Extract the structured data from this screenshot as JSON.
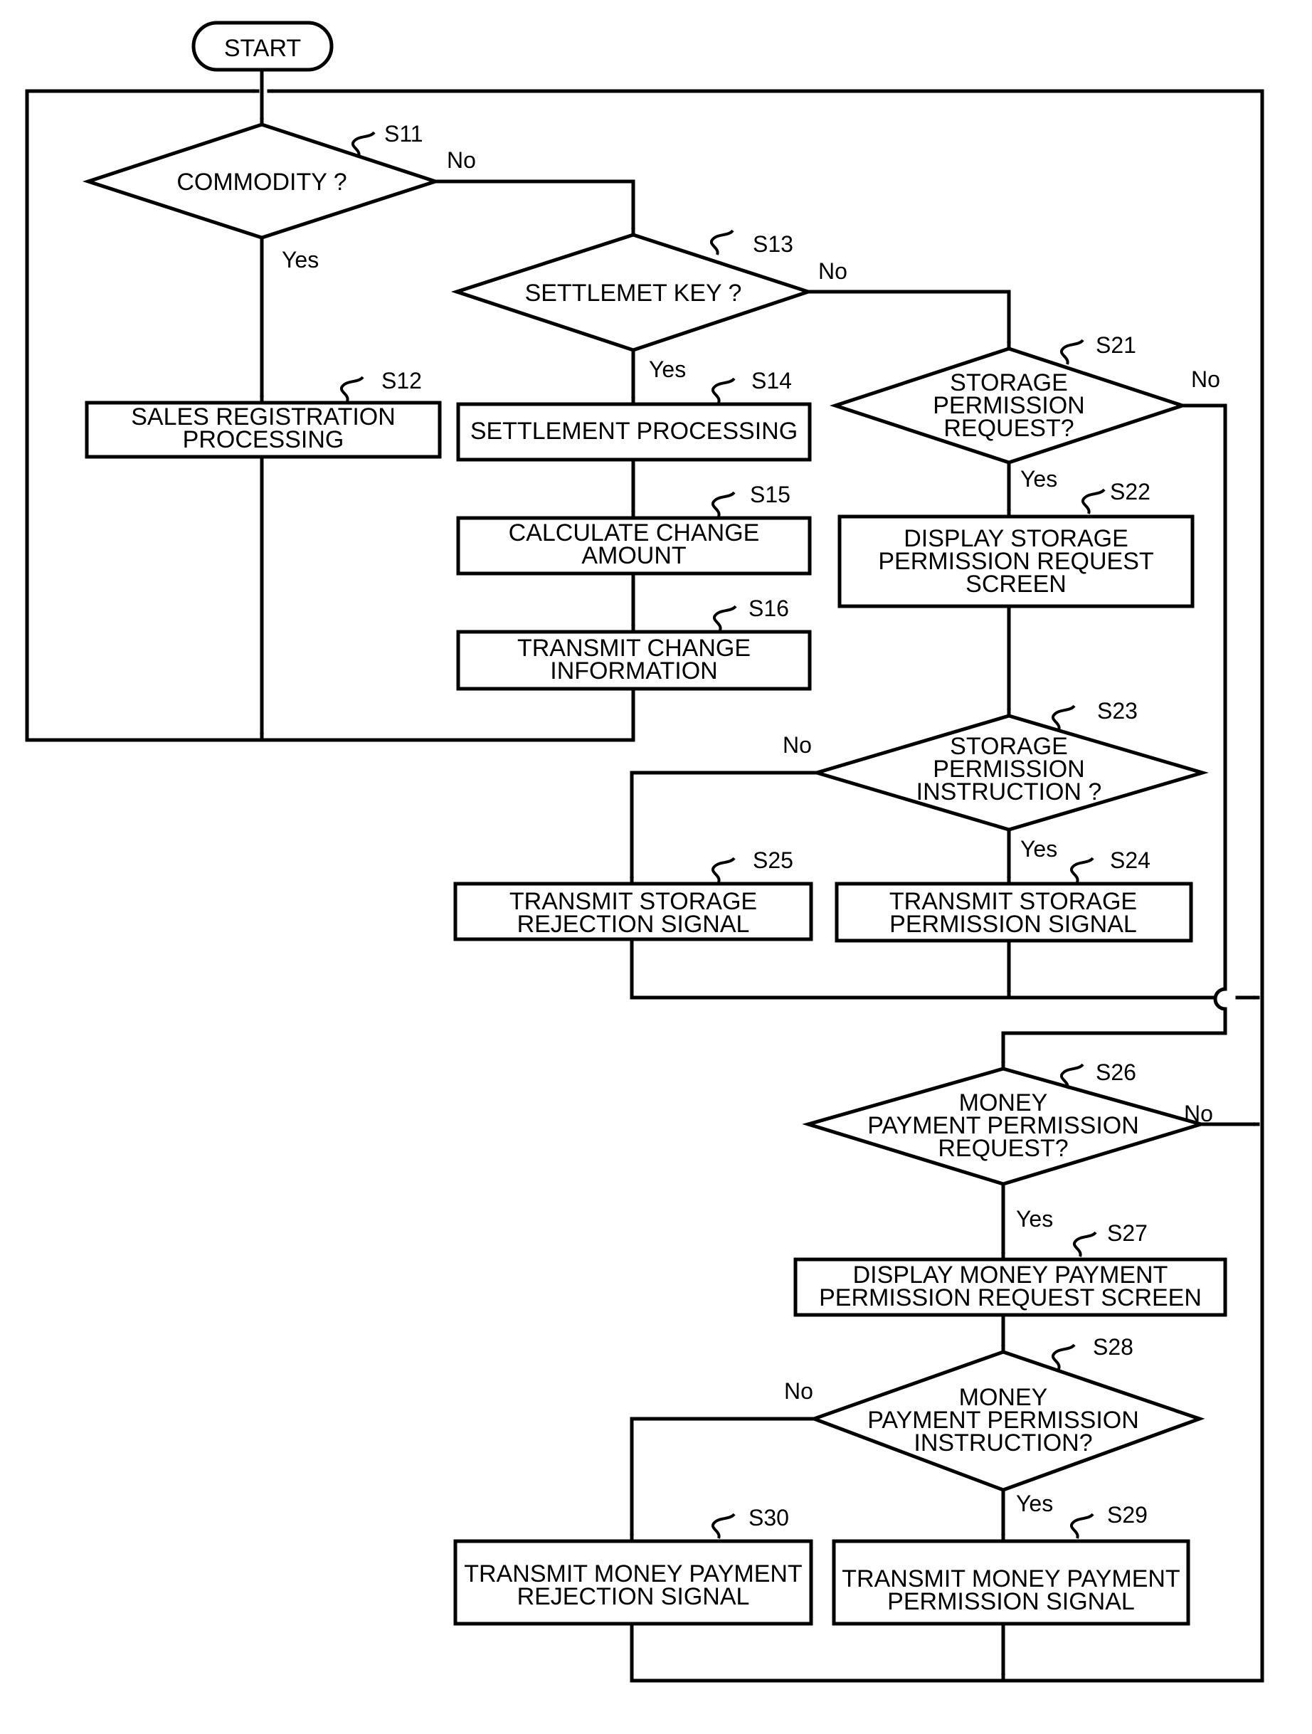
{
  "start": "START",
  "steps": {
    "s11": {
      "id": "S11",
      "lines": [
        "COMMODITY ?"
      ]
    },
    "s12": {
      "id": "S12",
      "lines": [
        "SALES REGISTRATION",
        "PROCESSING"
      ]
    },
    "s13": {
      "id": "S13",
      "lines": [
        "SETTLEMET KEY ?"
      ]
    },
    "s14": {
      "id": "S14",
      "lines": [
        "SETTLEMENT PROCESSING"
      ]
    },
    "s15": {
      "id": "S15",
      "lines": [
        "CALCULATE CHANGE",
        "AMOUNT"
      ]
    },
    "s16": {
      "id": "S16",
      "lines": [
        "TRANSMIT CHANGE",
        "INFORMATION"
      ]
    },
    "s21": {
      "id": "S21",
      "lines": [
        "STORAGE",
        "PERMISSION",
        "REQUEST?"
      ]
    },
    "s22": {
      "id": "S22",
      "lines": [
        "DISPLAY STORAGE",
        "PERMISSION REQUEST",
        "SCREEN"
      ]
    },
    "s23": {
      "id": "S23",
      "lines": [
        "STORAGE",
        "PERMISSION",
        "INSTRUCTION ?"
      ]
    },
    "s24": {
      "id": "S24",
      "lines": [
        "TRANSMIT STORAGE",
        "PERMISSION SIGNAL"
      ]
    },
    "s25": {
      "id": "S25",
      "lines": [
        "TRANSMIT STORAGE",
        "REJECTION SIGNAL"
      ]
    },
    "s26": {
      "id": "S26",
      "lines": [
        "MONEY",
        "PAYMENT PERMISSION",
        "REQUEST?"
      ]
    },
    "s27": {
      "id": "S27",
      "lines": [
        "DISPLAY MONEY PAYMENT",
        "PERMISSION REQUEST SCREEN"
      ]
    },
    "s28": {
      "id": "S28",
      "lines": [
        "MONEY",
        "PAYMENT PERMISSION",
        "INSTRUCTION?"
      ]
    },
    "s29": {
      "id": "S29",
      "lines": [
        "TRANSMIT MONEY PAYMENT",
        "PERMISSION SIGNAL"
      ]
    },
    "s30": {
      "id": "S30",
      "lines": [
        "TRANSMIT MONEY PAYMENT",
        "REJECTION SIGNAL"
      ]
    }
  },
  "branches": {
    "yes": "Yes",
    "no": "No"
  }
}
